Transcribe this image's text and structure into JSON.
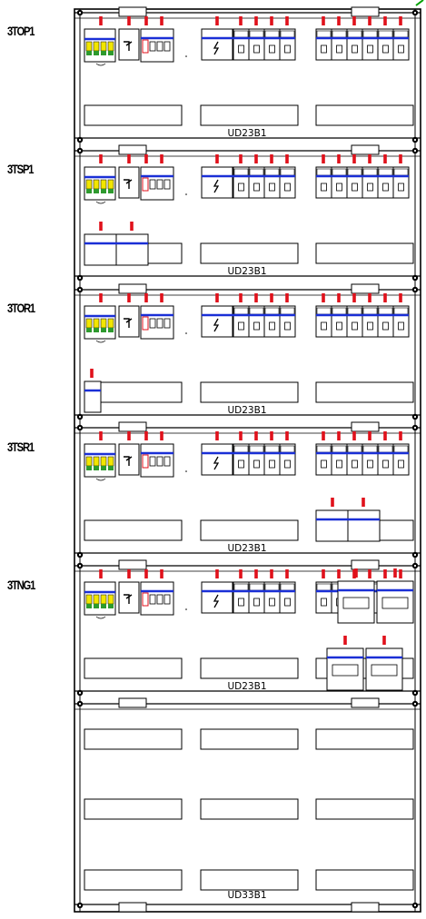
{
  "rows": [
    {
      "id": "3TOP1",
      "label": "3TOP1",
      "caption": "UD23B1"
    },
    {
      "id": "3TSP1",
      "label": "3TSP1",
      "caption": "UD23B1"
    },
    {
      "id": "3TOR1",
      "label": "3TOR1",
      "caption": "UD23B1"
    },
    {
      "id": "3TSR1",
      "label": "3TSR1",
      "caption": "UD23B1"
    },
    {
      "id": "3TNG1",
      "label": "3TNG1",
      "caption": "UD23B1"
    }
  ],
  "bottom_panel": {
    "caption": "UD33B1"
  },
  "colors": {
    "frame": "#000000",
    "busbar": "#1a2fd6",
    "breaker_tag": "#e0111b",
    "surge_yellow": "#f2e600",
    "surge_green": "#2e9a2e",
    "corner_mark": "#00a000"
  }
}
